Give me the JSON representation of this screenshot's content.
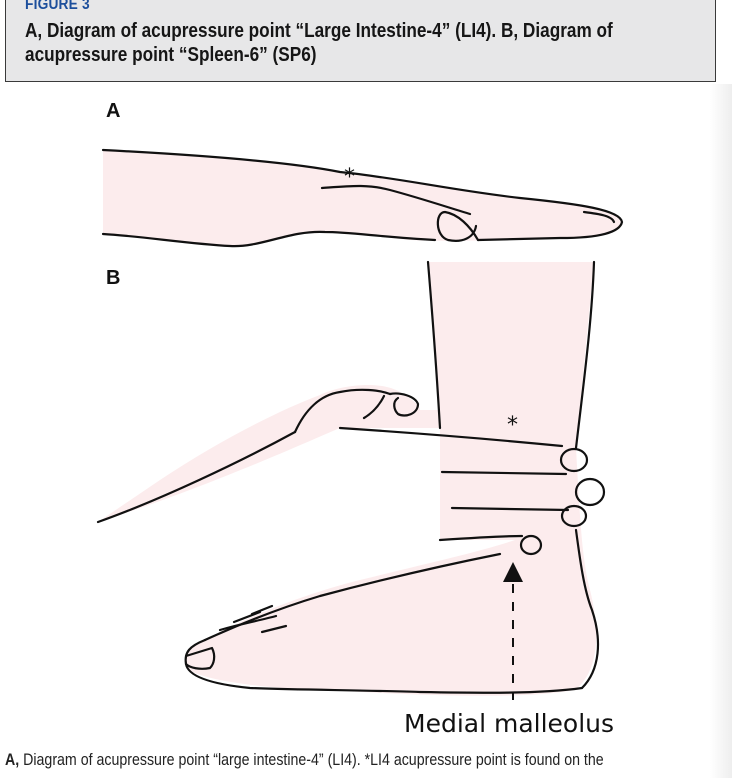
{
  "header": {
    "figure_label": "FIGURE 3",
    "title": "A, Diagram of acupressure point “Large Intestine-4” (LI4). B, Diagram of acupressure point “Spleen-6” (SP6)"
  },
  "panels": {
    "a_label": "A",
    "a_marker": "*",
    "b_label": "B",
    "b_marker": "*"
  },
  "annotation": {
    "label": "Medial malleolus"
  },
  "caption": {
    "lead": "A,",
    "text": " Diagram of acupressure point “large intestine-4” (LI4). *LI4 acupressure point is found on the"
  },
  "colors": {
    "figure_label": "#1d4f9c",
    "header_background": "#e7e7e8",
    "skin_fill": "#fceced",
    "outline": "#111111"
  }
}
